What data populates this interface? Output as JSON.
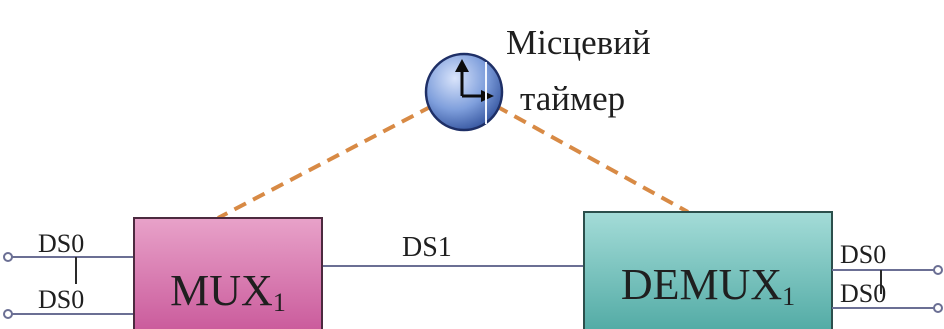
{
  "timer": {
    "label_line1": "Місцевий",
    "label_line2": "таймер",
    "icon": "clock-icon"
  },
  "mux": {
    "name": "MUX",
    "subscript": "1",
    "inputs": [
      "DS0",
      "DS0"
    ]
  },
  "demux": {
    "name": "DEMUX",
    "subscript": "1",
    "outputs": [
      "DS0",
      "DS0"
    ]
  },
  "link": {
    "label": "DS1"
  },
  "colors": {
    "mux_fill": "#d979b0",
    "demux_fill": "#7ec9c4",
    "timer_fill": "#6f8fcf",
    "dashed_line": "#d88a45",
    "signal_line": "#6b6f94"
  }
}
